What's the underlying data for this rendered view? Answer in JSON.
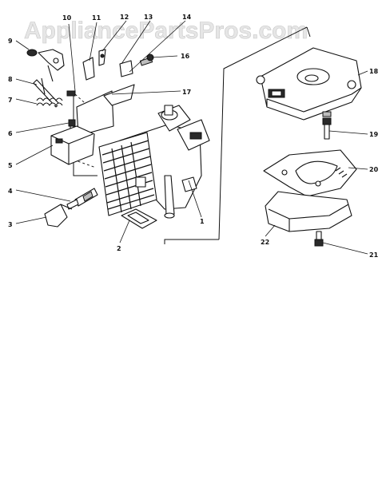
{
  "watermark": "AppliancePartsPros.com",
  "callouts": [
    "1",
    "2",
    "3",
    "4",
    "5",
    "6",
    "7",
    "8",
    "9",
    "10",
    "11",
    "12",
    "13",
    "14",
    "16",
    "17",
    "18",
    "19",
    "20",
    "21",
    "22"
  ]
}
